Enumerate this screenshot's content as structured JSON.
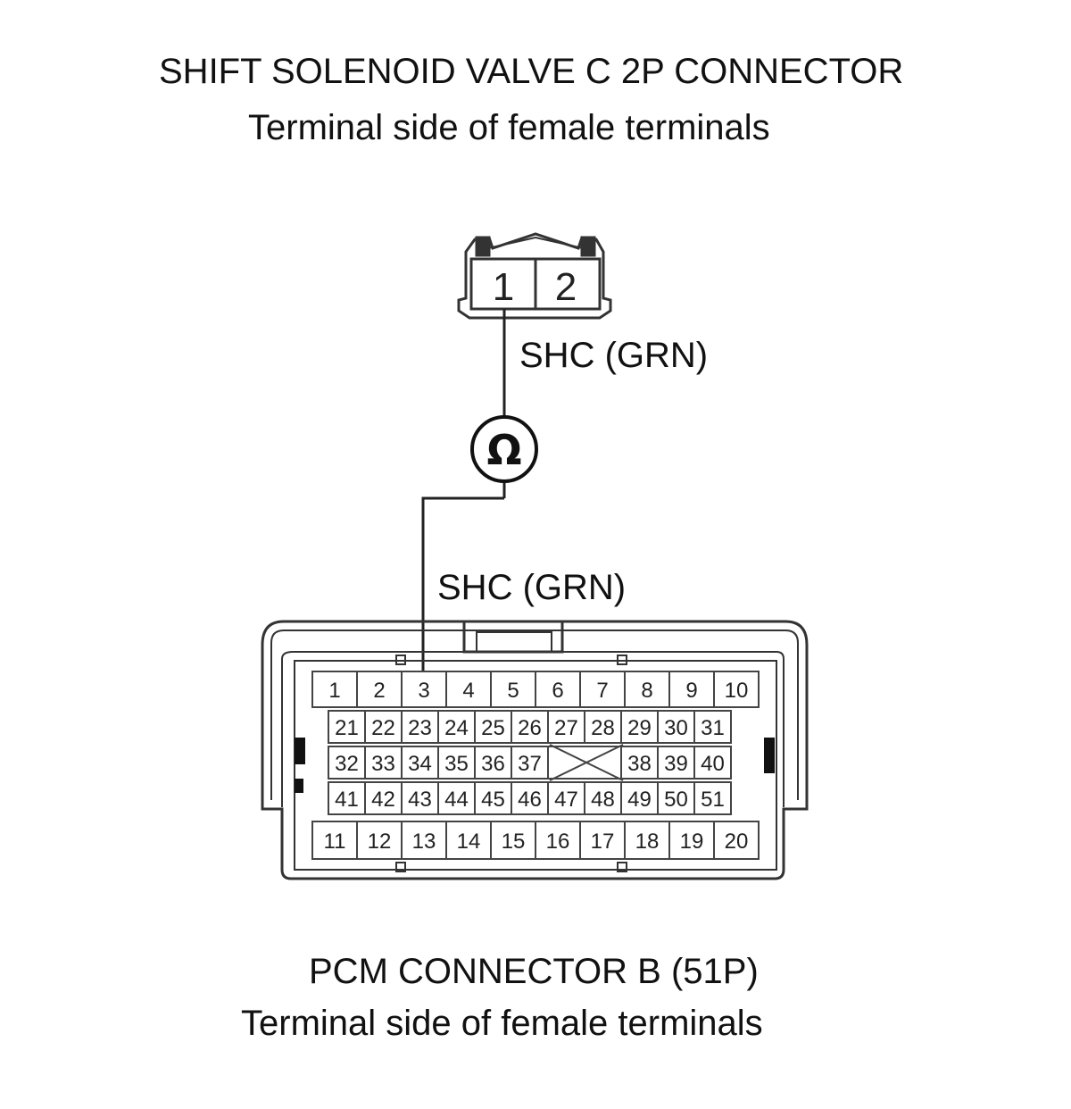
{
  "top_connector": {
    "title": "SHIFT SOLENOID VALVE C 2P CONNECTOR",
    "subtitle": "Terminal side of female terminals",
    "pins": [
      "1",
      "2"
    ]
  },
  "wire": {
    "label_upper": "SHC (GRN)",
    "label_lower": "SHC (GRN)",
    "meter_symbol": "Ω"
  },
  "bottom_connector": {
    "title": "PCM CONNECTOR B (51P)",
    "subtitle": "Terminal side of female terminals",
    "rows": [
      [
        "1",
        "2",
        "3",
        "4",
        "5",
        "6",
        "7",
        "8",
        "9",
        "10"
      ],
      [
        "21",
        "22",
        "23",
        "24",
        "25",
        "26",
        "27",
        "28",
        "29",
        "30",
        "31"
      ],
      [
        "32",
        "33",
        "34",
        "35",
        "36",
        "37",
        "38",
        "39",
        "40"
      ],
      [
        "41",
        "42",
        "43",
        "44",
        "45",
        "46",
        "47",
        "48",
        "49",
        "50",
        "51"
      ],
      [
        "11",
        "12",
        "13",
        "14",
        "15",
        "16",
        "17",
        "18",
        "19",
        "20"
      ]
    ]
  }
}
